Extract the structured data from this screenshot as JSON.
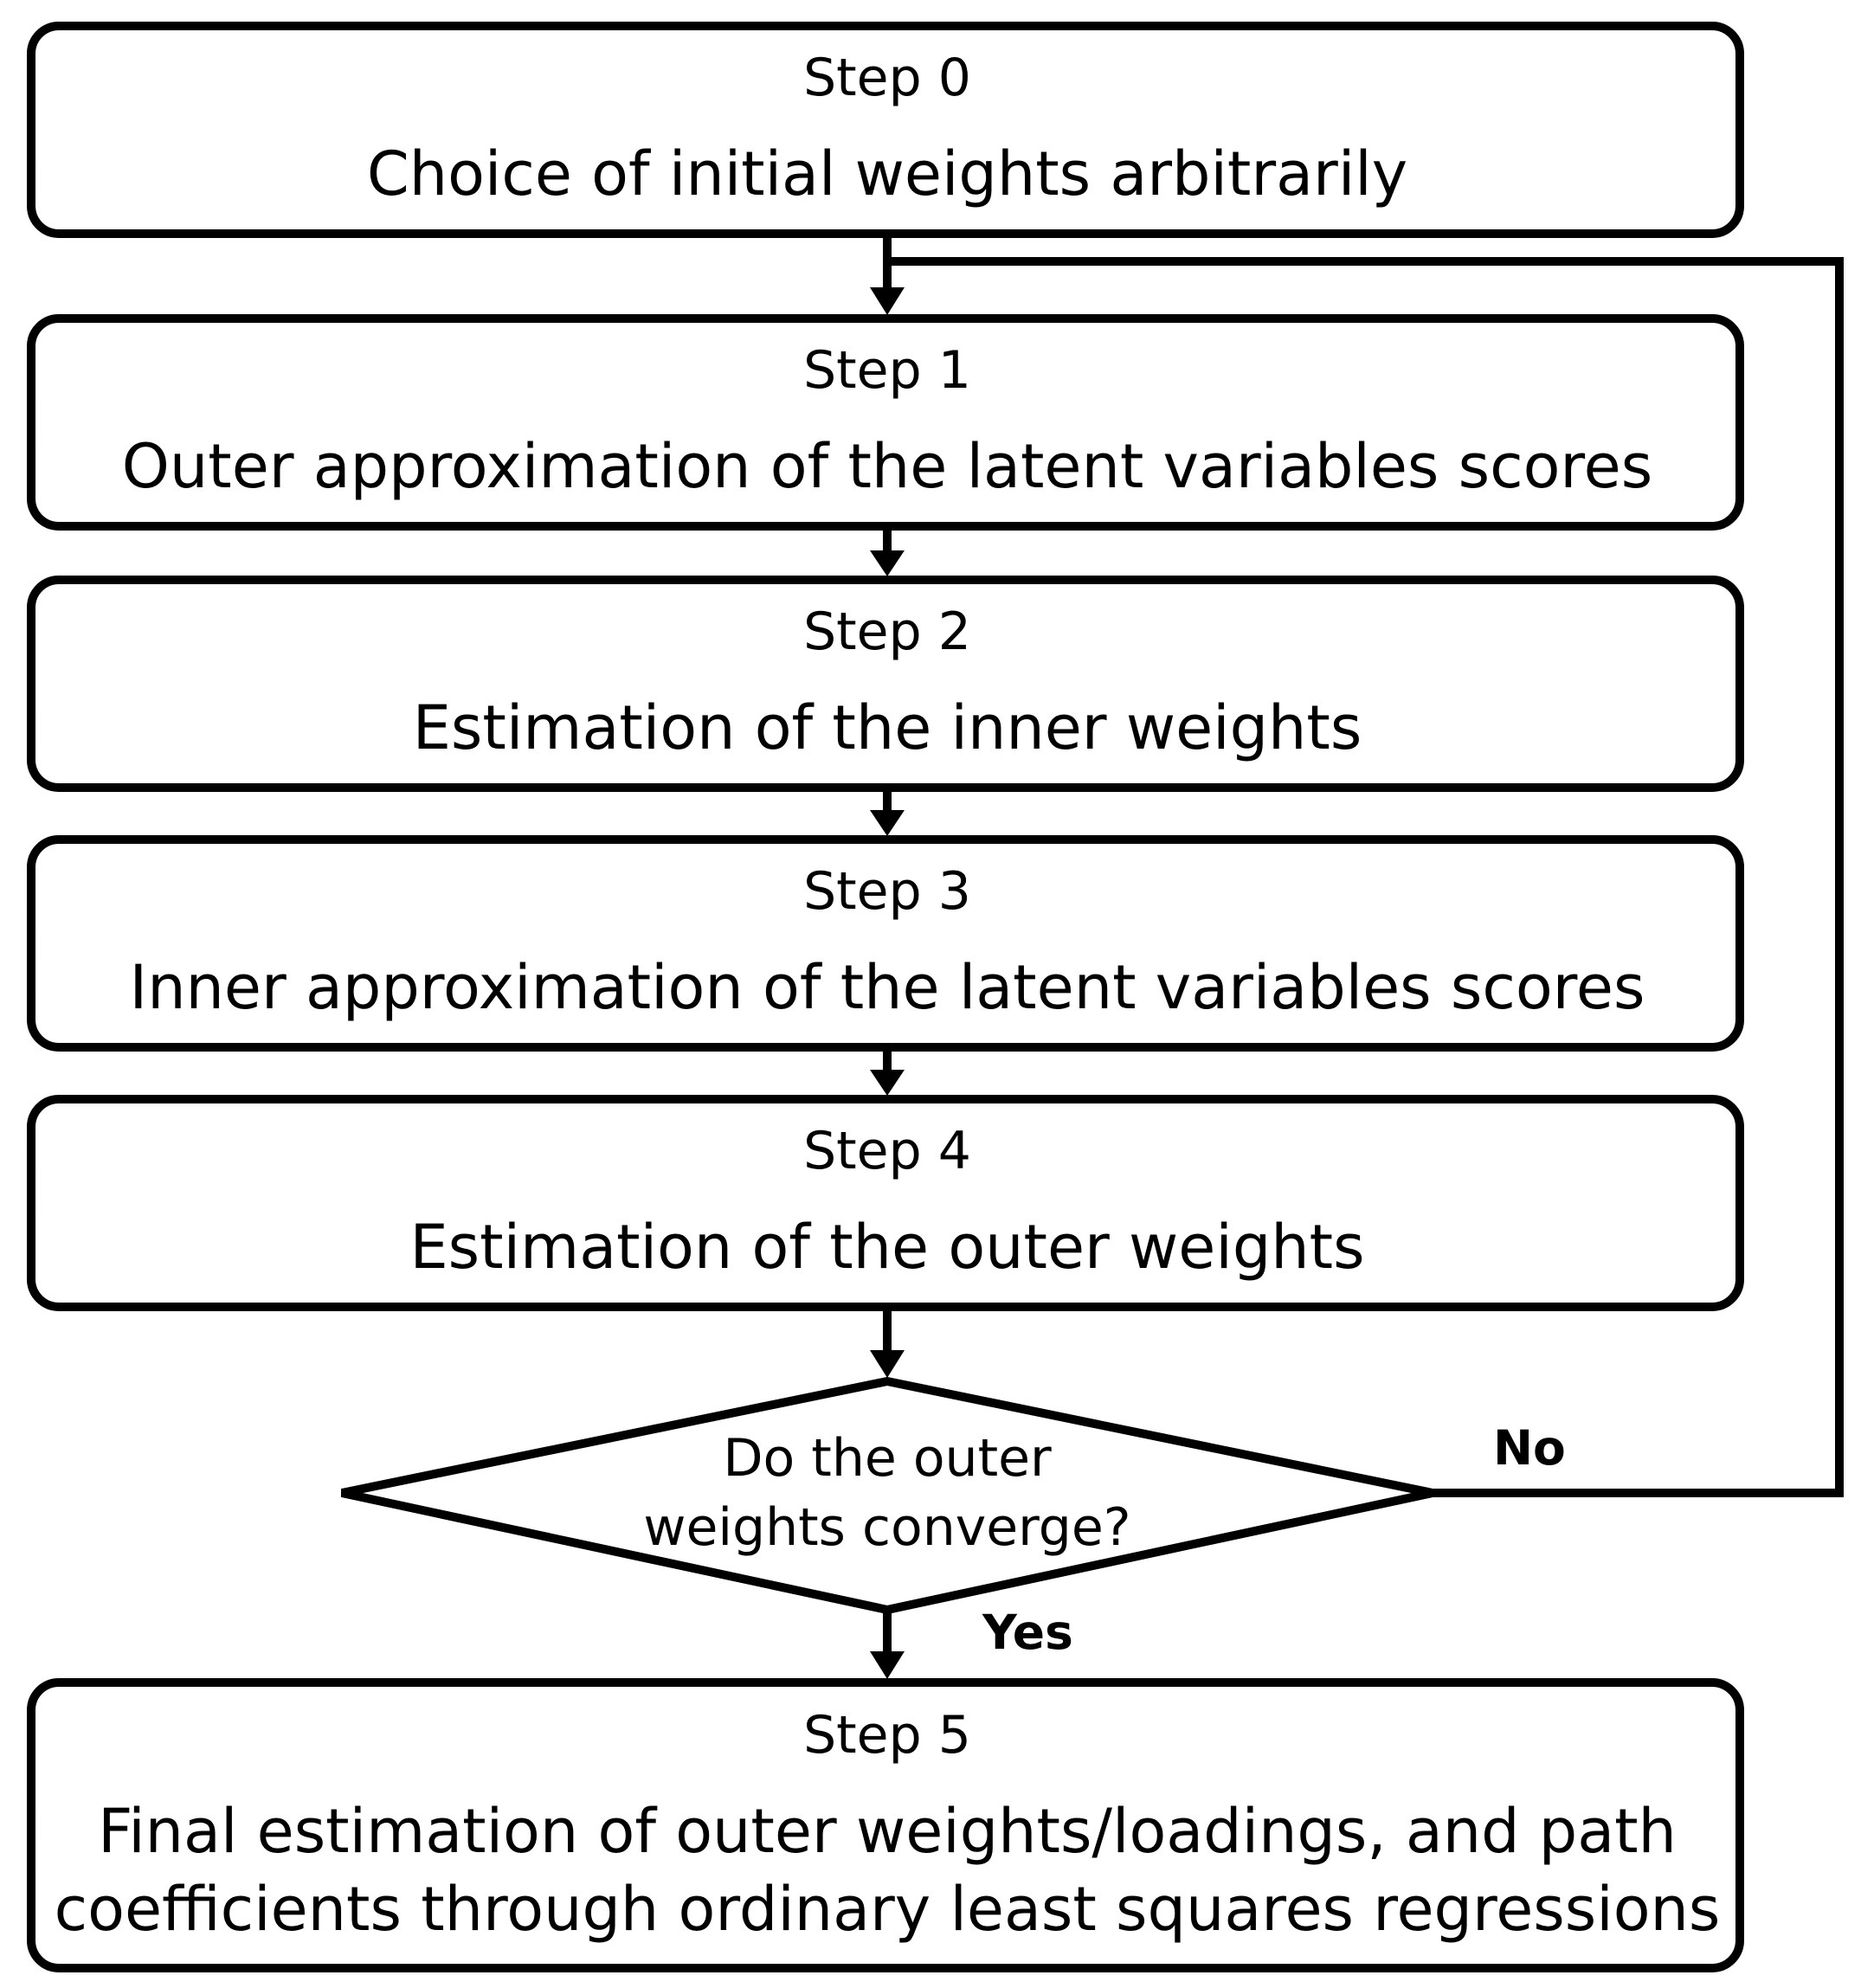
{
  "steps": [
    {
      "title": "Step 0",
      "lines": [
        "Choice of initial weights arbitrarily"
      ]
    },
    {
      "title": "Step 1",
      "lines": [
        "Outer approximation of the latent variables scores"
      ]
    },
    {
      "title": "Step 2",
      "lines": [
        "Estimation of the inner weights"
      ]
    },
    {
      "title": "Step 3",
      "lines": [
        "Inner approximation of the latent variables scores"
      ]
    },
    {
      "title": "Step 4",
      "lines": [
        "Estimation of the outer weights"
      ]
    },
    {
      "title": "Step 5",
      "lines": [
        "Final estimation of outer weights/loadings, and path",
        "coefficients through ordinary least squares regressions"
      ]
    }
  ],
  "decision": {
    "lines": [
      "Do the outer",
      "weights converge?"
    ],
    "no_label": "No",
    "yes_label": "Yes"
  }
}
